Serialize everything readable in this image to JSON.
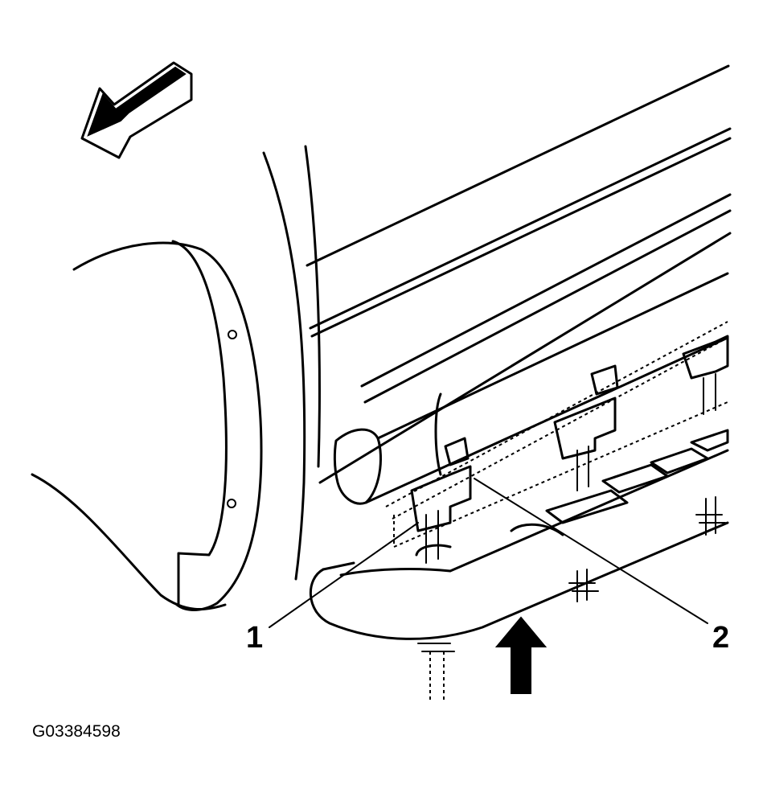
{
  "callouts": [
    {
      "id": "1",
      "text": "1"
    },
    {
      "id": "2",
      "text": "2"
    }
  ],
  "figure_id": "G03384598",
  "arrows": [
    {
      "name": "front-direction-arrow",
      "icon": "hollow-left-arrow"
    },
    {
      "name": "install-direction-arrow",
      "icon": "solid-up-arrow"
    }
  ],
  "colors": {
    "ink": "#000000",
    "background": "#ffffff"
  }
}
